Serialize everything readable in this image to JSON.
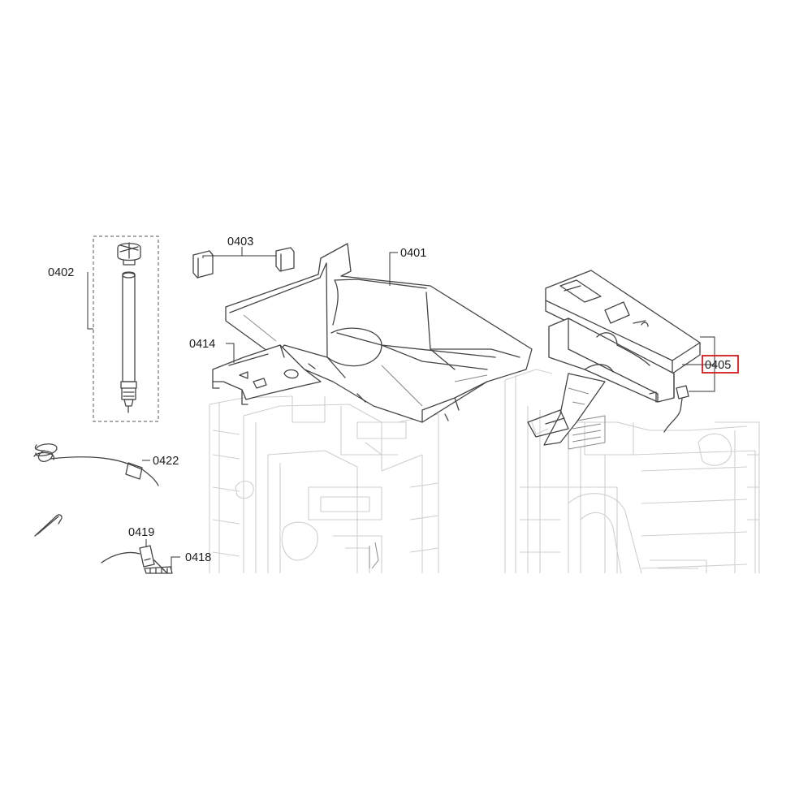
{
  "labels": {
    "l0401": "0401",
    "l0402": "0402",
    "l0403": "0403",
    "l0405": "0405",
    "l0414": "0414",
    "l0418": "0418",
    "l0419": "0419",
    "l0422": "0422"
  },
  "highlighted_part": "0405",
  "colors": {
    "highlight": "#d11a1a",
    "line": "#444444",
    "ghost": "#cfcfcf"
  }
}
